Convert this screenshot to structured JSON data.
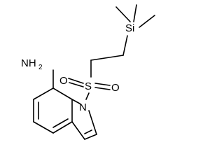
{
  "molecule": {
    "atoms": {
      "nitrogen_ring": "N",
      "sulfur": "S",
      "oxygen_left": "O",
      "oxygen_right": "O",
      "silicon": "Si",
      "amine_main": "NH",
      "amine_sub": "2"
    }
  },
  "colors": {
    "ink": "#000000",
    "background": "#ffffff"
  }
}
